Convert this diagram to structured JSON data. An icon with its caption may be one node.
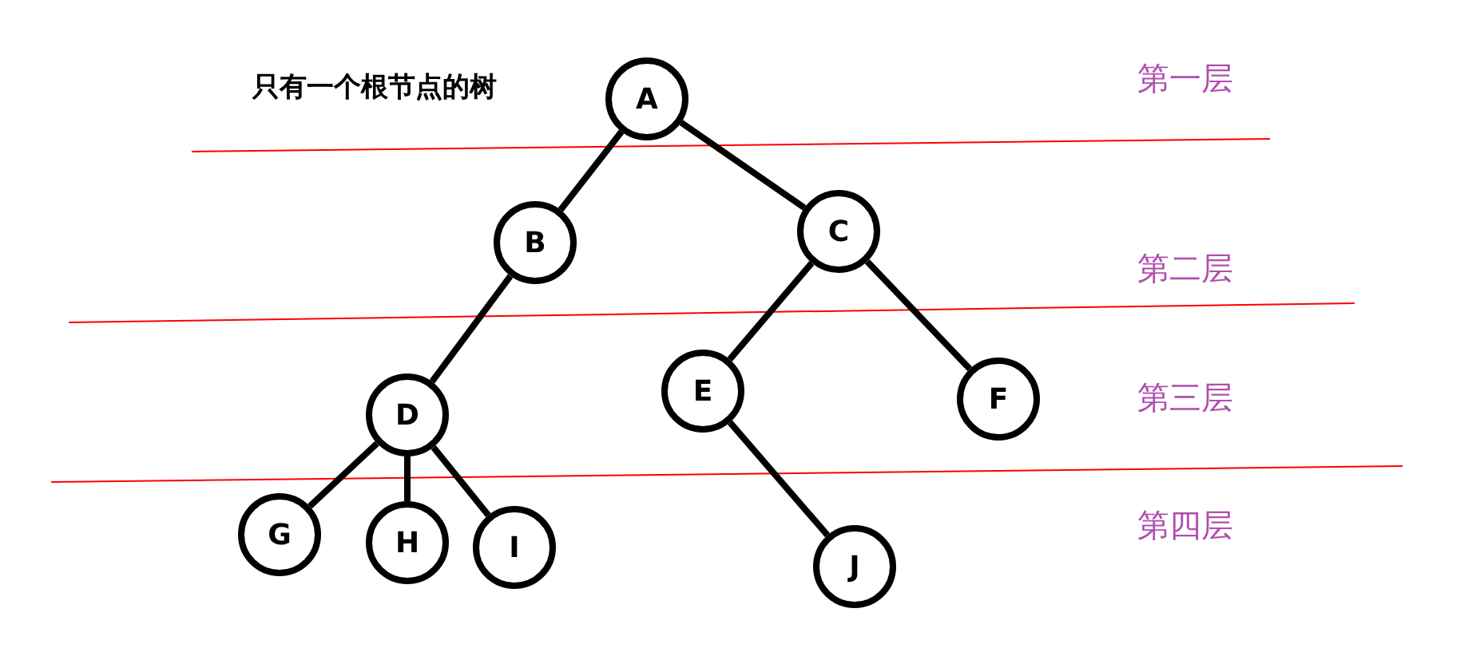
{
  "diagram": {
    "title": "只有一个根节点的树",
    "nodes": [
      {
        "text": [
          "A"
        ]
      },
      {
        "text": [
          "B"
        ]
      },
      {
        "text": [
          "C"
        ]
      },
      {
        "text": [
          "D"
        ]
      },
      {
        "text": [
          "E"
        ]
      },
      {
        "text": [
          "F"
        ]
      },
      {
        "text": [
          "G"
        ]
      },
      {
        "text": [
          "H"
        ]
      },
      {
        "text": [
          "I"
        ]
      },
      {
        "text": [
          "J"
        ]
      }
    ],
    "edges": [
      {
        "from": 0,
        "to": 1,
        "arrow": "none"
      },
      {
        "from": 0,
        "to": 2,
        "arrow": "none"
      },
      {
        "from": 1,
        "to": 3,
        "arrow": "none"
      },
      {
        "from": 2,
        "to": 4,
        "arrow": "none"
      },
      {
        "from": 2,
        "to": 5,
        "arrow": "none"
      },
      {
        "from": 3,
        "to": 6,
        "arrow": "none"
      },
      {
        "from": 3,
        "to": 7,
        "arrow": "none"
      },
      {
        "from": 3,
        "to": 8,
        "arrow": "none"
      },
      {
        "from": 4,
        "to": 9,
        "arrow": "none"
      }
    ],
    "labels": [
      "第一层",
      "第二层",
      "第三层",
      "第四层"
    ]
  }
}
